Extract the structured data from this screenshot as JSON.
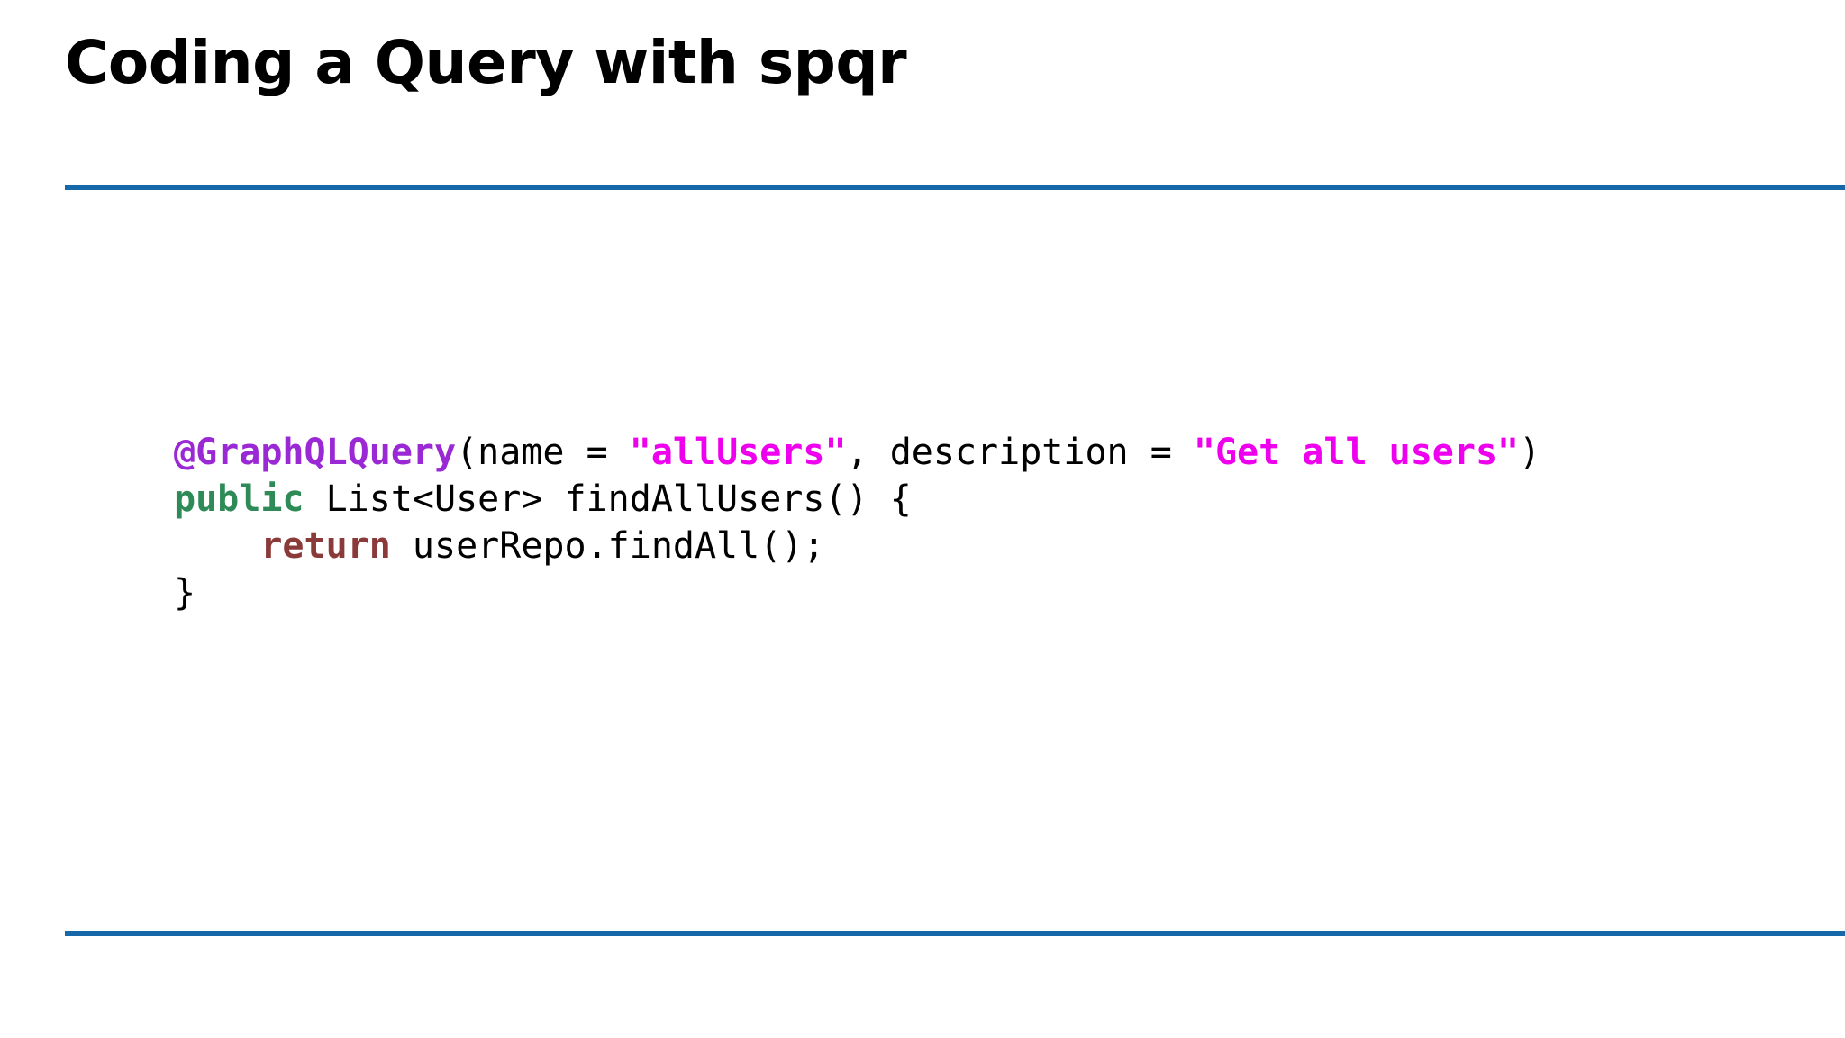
{
  "slide": {
    "title": "Coding a Query with spqr",
    "background_color": "#ffffff",
    "rule_color": "#1668a8"
  },
  "theme": {
    "annotation_color": "#9a28d4",
    "string_color": "#ee00ee",
    "keyword_color": "#2e8b57",
    "return_color": "#8b3a3a",
    "plain_color": "#000000"
  },
  "code": {
    "language": "java",
    "full_text": "@GraphQLQuery(name = \"allUsers\", description = \"Get all users\")\npublic List<User> findAllUsers() {\n    return userRepo.findAll();\n}",
    "lines": [
      {
        "tokens": [
          {
            "text": "@GraphQLQuery",
            "type": "anno"
          },
          {
            "text": "(name = ",
            "type": "plain"
          },
          {
            "text": "\"allUsers\"",
            "type": "string"
          },
          {
            "text": ", description = ",
            "type": "plain"
          },
          {
            "text": "\"Get all users\"",
            "type": "string"
          },
          {
            "text": ")",
            "type": "plain"
          }
        ]
      },
      {
        "tokens": [
          {
            "text": "public",
            "type": "keyword"
          },
          {
            "text": " List<User> findAllUsers() {",
            "type": "plain"
          }
        ]
      },
      {
        "tokens": [
          {
            "text": "    ",
            "type": "plain"
          },
          {
            "text": "return",
            "type": "return"
          },
          {
            "text": " userRepo.findAll();",
            "type": "plain"
          }
        ]
      },
      {
        "tokens": [
          {
            "text": "}",
            "type": "plain"
          }
        ]
      }
    ]
  }
}
